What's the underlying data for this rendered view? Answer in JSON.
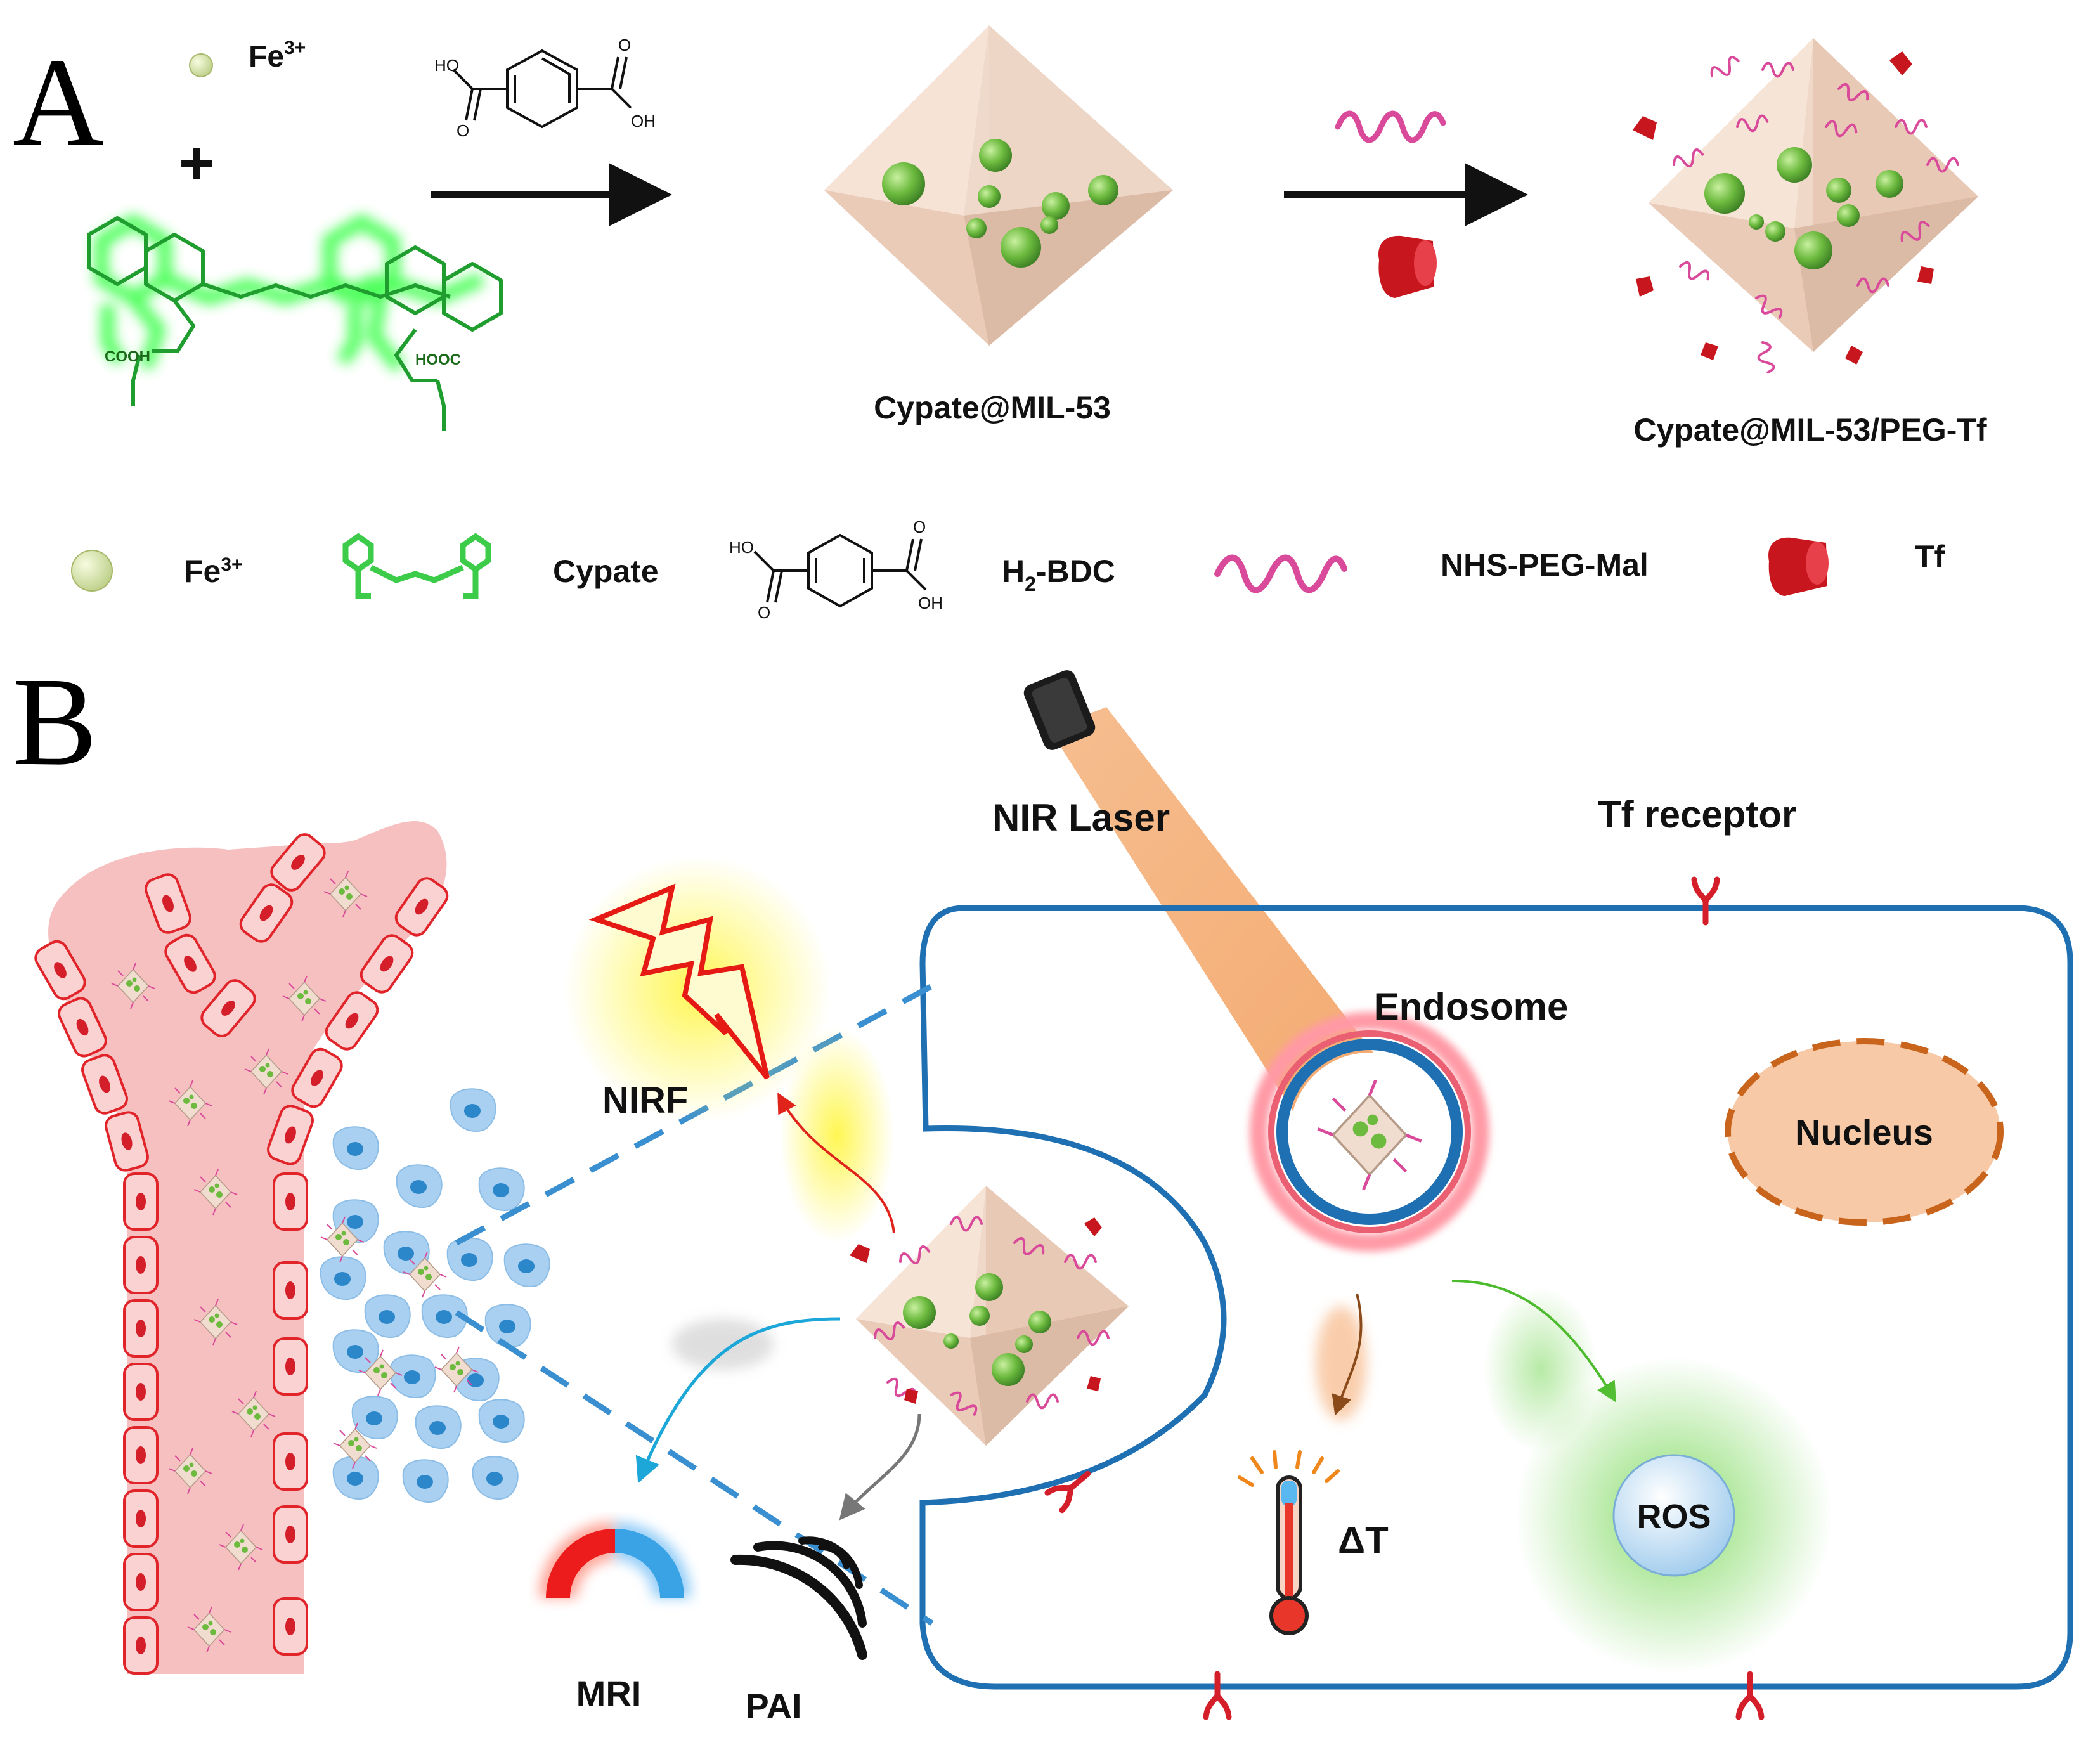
{
  "panelA": {
    "letter": "A",
    "fe_label": "Fe",
    "fe_charge": "3+",
    "plus": "+",
    "mof_label": "Cypate@MIL-53",
    "final_label": "Cypate@MIL-53/PEG-Tf",
    "legend": {
      "fe": "Fe",
      "fe_charge": "3+",
      "cypate": "Cypate",
      "bdc_a": "H",
      "bdc_sub": "2",
      "bdc_b": "-BDC",
      "peg": "NHS-PEG-Mal",
      "tf": "Tf"
    },
    "bdc_ho": "HO",
    "bdc_o": "O",
    "bdc_oh": "OH",
    "cypate_cooh": "COOH",
    "cypate_hooc": "HOOC"
  },
  "panelB": {
    "letter": "B",
    "nir_laser": "NIR Laser",
    "tf_receptor": "Tf receptor",
    "endosome": "Endosome",
    "nucleus": "Nucleus",
    "nirf": "NIRF",
    "mri": "MRI",
    "pai": "PAI",
    "delta_t": "ΔT",
    "ros": "ROS"
  },
  "colors": {
    "green": "#5fae3a",
    "pink": "#d94a9a",
    "red": "#d41f2a",
    "blue": "#1f6fb3",
    "orange": "#e07b22",
    "vessel": "#f7c0c0"
  }
}
